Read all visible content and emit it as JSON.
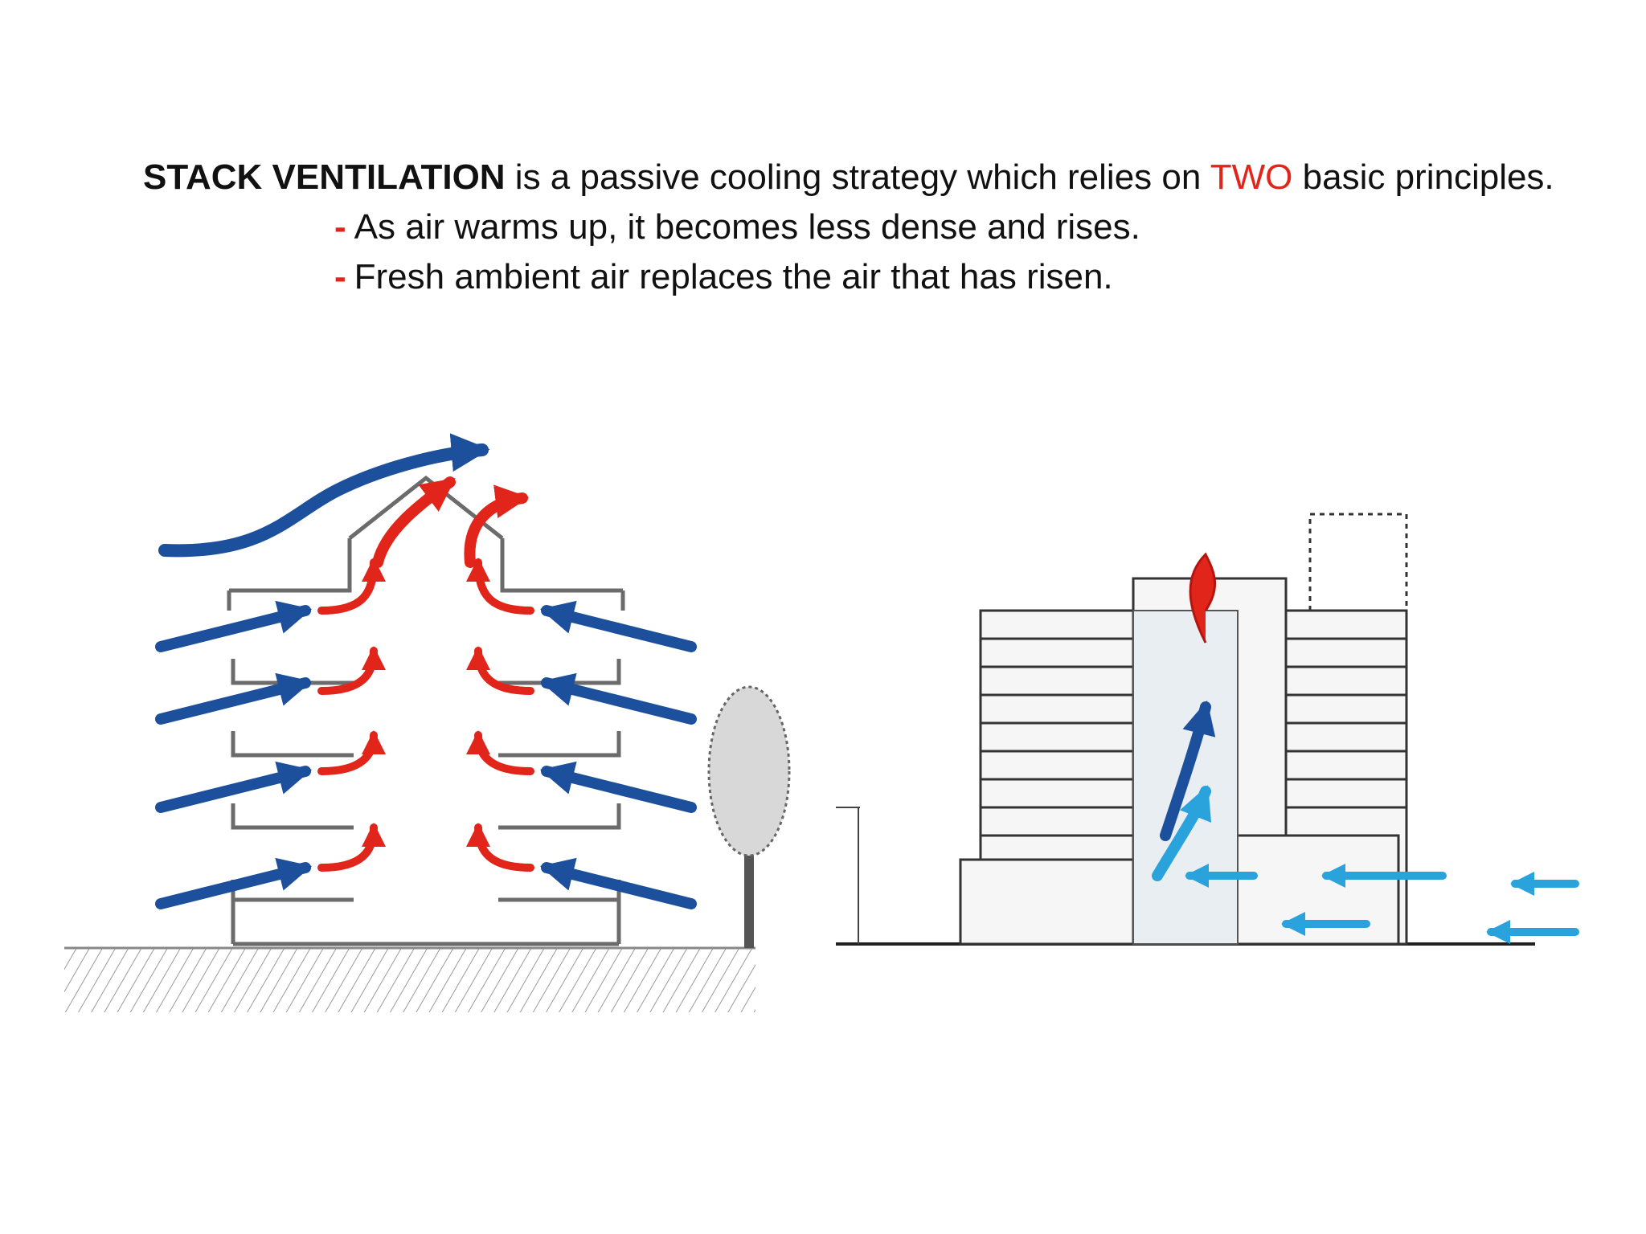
{
  "intro": {
    "term": "STACK VENTILATION",
    "text_before": " is a passive cooling strategy which relies on ",
    "count_word": "TWO",
    "text_after": " basic principles."
  },
  "principles": [
    {
      "bullet": "-",
      "text": "As air warms up, it becomes less dense and rises."
    },
    {
      "bullet": "-",
      "text": "Fresh ambient air replaces the air that has risen."
    }
  ],
  "colors": {
    "cool_air": "#1c4f9c",
    "warm_air": "#e1251b",
    "fresh_air_light": "#2aa3dd"
  }
}
